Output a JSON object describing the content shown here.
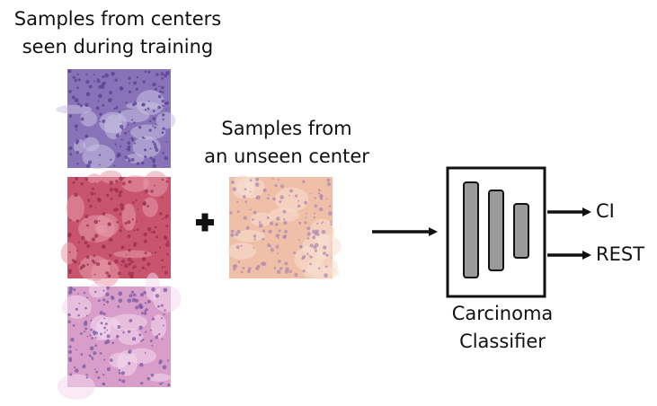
{
  "labels": {
    "train_line1": "Samples from centers",
    "train_line2": "seen during training",
    "unseen_line1": "Samples from",
    "unseen_line2": "an unseen center",
    "classifier_line1": "Carcinoma",
    "classifier_line2": "Classifier"
  },
  "outputs": {
    "ci": "CI",
    "rest": "REST"
  },
  "tiles": {
    "train": [
      {
        "base": "#8872b8",
        "dark": "#5a3f90",
        "light": "#c9c2e2"
      },
      {
        "base": "#c9546e",
        "dark": "#9a2f4e",
        "light": "#e59aa9"
      },
      {
        "base": "#d89ec9",
        "dark": "#7a5aa4",
        "light": "#f4d9ec"
      }
    ],
    "unseen": {
      "base": "#f0bfa8",
      "dark": "#b08ab0",
      "light": "#f8e0d2"
    }
  },
  "colors": {
    "stroke": "#111111",
    "layer_fill": "#9a9a9a"
  }
}
